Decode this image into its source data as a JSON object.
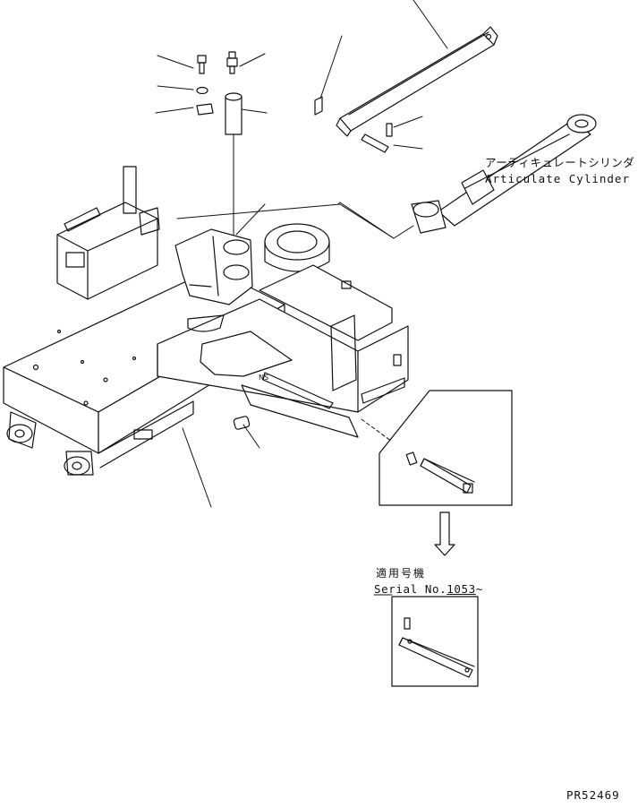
{
  "labels": {
    "cylinder_jp": "アーティキュレートシリンダ",
    "cylinder_en": "Articulate Cylinder",
    "serial_jp": "適用号機",
    "serial_en_prefix": "Serial No.",
    "serial_en_number": "1053",
    "serial_en_suffix": "~",
    "drawing_code": "PR52469"
  },
  "colors": {
    "line": "#111111",
    "background": "#ffffff"
  }
}
